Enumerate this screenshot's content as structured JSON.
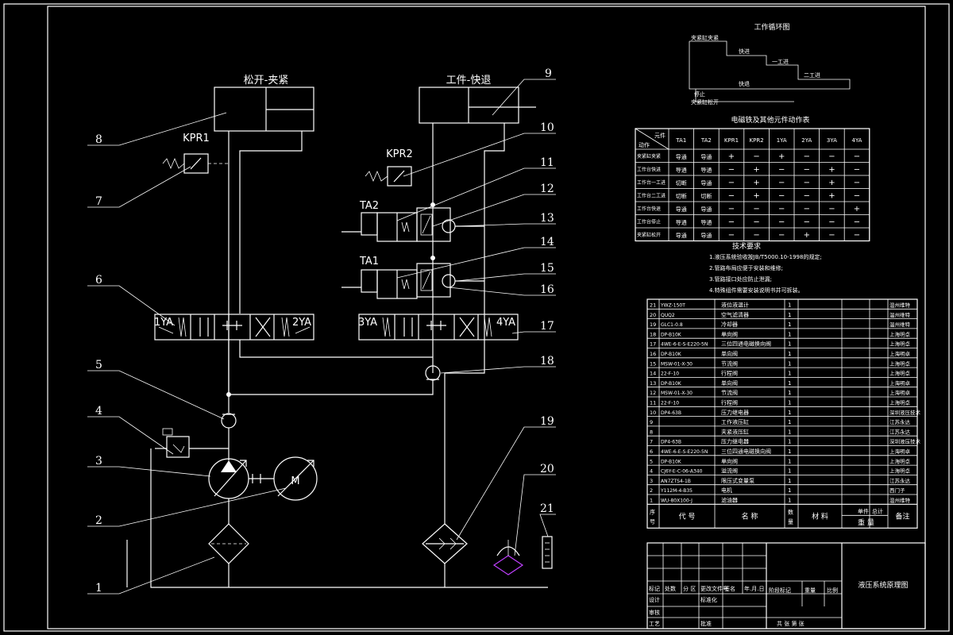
{
  "titles": {
    "clamp_cylinder": "松开-夹紧",
    "work_cylinder": "工件-快退",
    "cycle_diagram": "工作循环图",
    "action_table": "电磁铁及其他元件动作表",
    "tech_req": "技术要求",
    "drawing_name": "液压系统原理图"
  },
  "cycle_labels": {
    "clamp": "夹紧缸夹紧",
    "fast_forward": "快进",
    "work1": "一工进",
    "work2": "二工进",
    "fast_back": "快退",
    "stop": "停止",
    "release": "夹紧缸松开"
  },
  "component_labels": {
    "kpr1": "KPR1",
    "kpr2": "KPR2",
    "ta1": "TA1",
    "ta2": "TA2",
    "yv1": "1YA",
    "yv2": "2YA",
    "yv3": "3YA",
    "yv4": "4YA",
    "motor": "M"
  },
  "callouts": [
    "1",
    "2",
    "3",
    "4",
    "5",
    "6",
    "7",
    "8",
    "9",
    "10",
    "11",
    "12",
    "13",
    "14",
    "15",
    "16",
    "17",
    "18",
    "19",
    "20",
    "21"
  ],
  "action_table": {
    "header_corner_top": "元件",
    "header_corner_bottom": "动作",
    "columns": [
      "TA1",
      "TA2",
      "KPR1",
      "KPR2",
      "1YA",
      "2YA",
      "3YA",
      "4YA"
    ],
    "rows": [
      {
        "name": "夹紧缸夹紧",
        "cells": [
          "导通",
          "导通",
          "+",
          "−",
          "+",
          "−",
          "−",
          "−"
        ]
      },
      {
        "name": "工作台快进",
        "cells": [
          "导通",
          "导通",
          "−",
          "+",
          "−",
          "−",
          "+",
          "−"
        ]
      },
      {
        "name": "工作台一工进",
        "cells": [
          "切断",
          "导通",
          "−",
          "+",
          "−",
          "−",
          "+",
          "−"
        ]
      },
      {
        "name": "工作台二工进",
        "cells": [
          "切断",
          "切断",
          "−",
          "+",
          "−",
          "−",
          "+",
          "−"
        ]
      },
      {
        "name": "工作台快退",
        "cells": [
          "导通",
          "导通",
          "−",
          "−",
          "−",
          "−",
          "−",
          "+"
        ]
      },
      {
        "name": "工作台停止",
        "cells": [
          "导通",
          "导通",
          "−",
          "−",
          "−",
          "−",
          "−",
          "−"
        ]
      },
      {
        "name": "夹紧缸松开",
        "cells": [
          "导通",
          "导通",
          "−",
          "−",
          "−",
          "+",
          "−",
          "−"
        ]
      }
    ]
  },
  "tech_lines": [
    "1.液压系统验收按JB/T5000.10-1998的规定;",
    "2.管路布局应便于安装和维修;",
    "3.管路接口处应防止泄漏;",
    "4.特殊组件需要安装说明书并可拆装。"
  ],
  "parts_list": [
    {
      "no": "21",
      "code": "YWZ-150T",
      "name": "液位液温计",
      "qty": "1",
      "note": "温州维特"
    },
    {
      "no": "20",
      "code": "QUQ2",
      "name": "空气滤清器",
      "qty": "1",
      "note": "温州维特"
    },
    {
      "no": "19",
      "code": "GLC1-0.8",
      "name": "冷却器",
      "qty": "1",
      "note": "温州维特"
    },
    {
      "no": "18",
      "code": "DP-B10K",
      "name": "单向阀",
      "qty": "1",
      "note": "上海明卓"
    },
    {
      "no": "17",
      "code": "4WE-6-E-S-E220-5N",
      "name": "三位四通电磁换向阀",
      "qty": "1",
      "note": "上海明卓"
    },
    {
      "no": "16",
      "code": "DP-B10K",
      "name": "单向阀",
      "qty": "1",
      "note": "上海明卓"
    },
    {
      "no": "15",
      "code": "MSW-01-X-30",
      "name": "节流阀",
      "qty": "1",
      "note": "上海明卓"
    },
    {
      "no": "14",
      "code": "22-F-10",
      "name": "行程阀",
      "qty": "1",
      "note": "上海明卓"
    },
    {
      "no": "13",
      "code": "DP-B10K",
      "name": "单向阀",
      "qty": "1",
      "note": "上海明卓"
    },
    {
      "no": "12",
      "code": "MSW-01-X-30",
      "name": "节流阀",
      "qty": "1",
      "note": "上海明卓"
    },
    {
      "no": "11",
      "code": "22-F-10",
      "name": "行程阀",
      "qty": "1",
      "note": "上海明卓"
    },
    {
      "no": "10",
      "code": "DP4-63B",
      "name": "压力继电器",
      "qty": "1",
      "note": "深圳液压技术"
    },
    {
      "no": "9",
      "code": "",
      "name": "工作液压缸",
      "qty": "1",
      "note": "江苏永达"
    },
    {
      "no": "8",
      "code": "",
      "name": "夹紧液压缸",
      "qty": "1",
      "note": "江苏永达"
    },
    {
      "no": "7",
      "code": "DP4-63B",
      "name": "压力继电器",
      "qty": "1",
      "note": "深圳液压技术"
    },
    {
      "no": "6",
      "code": "4WE-6-E-S-E220-5N",
      "name": "三位四通电磁换向阀",
      "qty": "1",
      "note": "上海明卓"
    },
    {
      "no": "5",
      "code": "DP-B10K",
      "name": "单向阀",
      "qty": "1",
      "note": "上海明卓"
    },
    {
      "no": "4",
      "code": "CJ6Y-E-C-06-A340",
      "name": "溢流阀",
      "qty": "1",
      "note": "上海明卓"
    },
    {
      "no": "3",
      "code": "AN7ZTS4-1B",
      "name": "限压式变量泵",
      "qty": "1",
      "note": "江苏永达"
    },
    {
      "no": "2",
      "code": "Y112M-4-B35",
      "name": "电机",
      "qty": "1",
      "note": "西门子"
    },
    {
      "no": "1",
      "code": "WU-80X100-J",
      "name": "滤油器",
      "qty": "1",
      "note": "温州维特"
    }
  ],
  "parts_header": {
    "no_top": "序",
    "no_bottom": "号",
    "code": "代  号",
    "name": "名  称",
    "qty_top": "数",
    "qty_bottom": "量",
    "material": "材  料",
    "single": "单件",
    "total": "总计",
    "weight": "重  量",
    "note": "备注"
  },
  "title_block": {
    "mark": "标记",
    "count": "处数",
    "zone": "分 区",
    "change_doc": "更改文件号",
    "sign": "签名",
    "date": "年.月.日",
    "design": "设计",
    "standardize": "标准化",
    "check": "审核",
    "process": "工艺",
    "approve": "批准",
    "stage_mark": "阶段标记",
    "weight": "重量",
    "ratio": "比例",
    "sheets": "共    张  第    张"
  },
  "colors": {
    "background": "#000000",
    "lines": "#ffffff",
    "accent": "#c040ff"
  }
}
